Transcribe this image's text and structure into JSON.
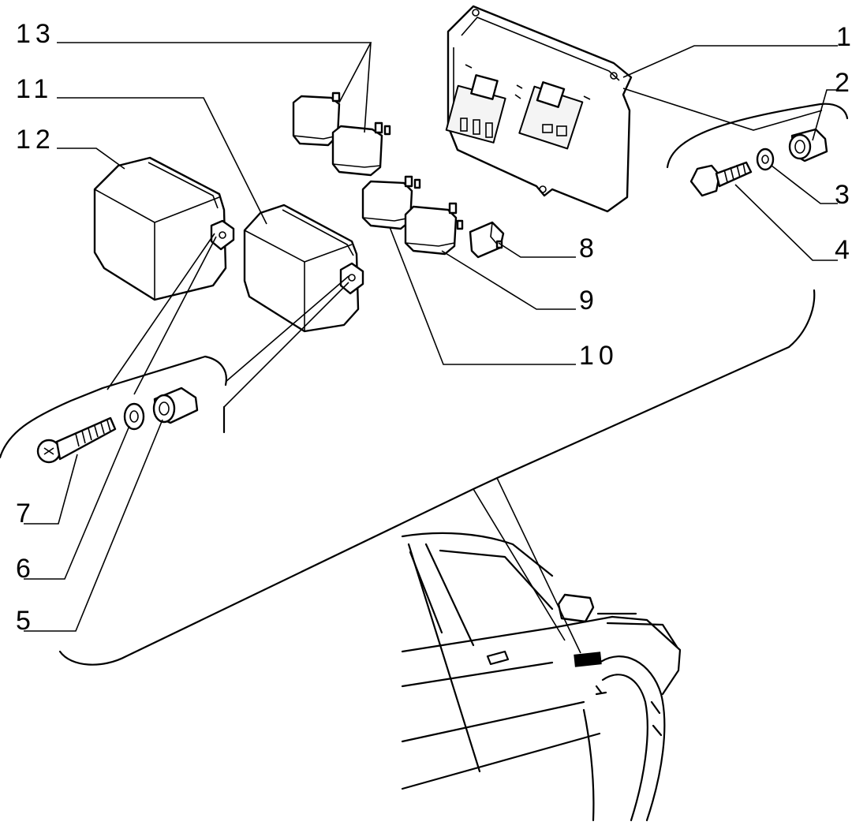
{
  "diagram": {
    "callouts": [
      {
        "id": "1",
        "text": "1"
      },
      {
        "id": "2",
        "text": "2"
      },
      {
        "id": "3",
        "text": "3"
      },
      {
        "id": "4",
        "text": "4"
      },
      {
        "id": "5",
        "text": "5"
      },
      {
        "id": "6",
        "text": "6"
      },
      {
        "id": "7",
        "text": "7"
      },
      {
        "id": "8",
        "text": "8"
      },
      {
        "id": "9",
        "text": "9"
      },
      {
        "id": "10",
        "text": "10"
      },
      {
        "id": "11",
        "text": "11"
      },
      {
        "id": "12",
        "text": "12"
      },
      {
        "id": "13",
        "text": "13"
      }
    ]
  },
  "colors": {
    "ink": "#000000",
    "paper": "#ffffff"
  }
}
